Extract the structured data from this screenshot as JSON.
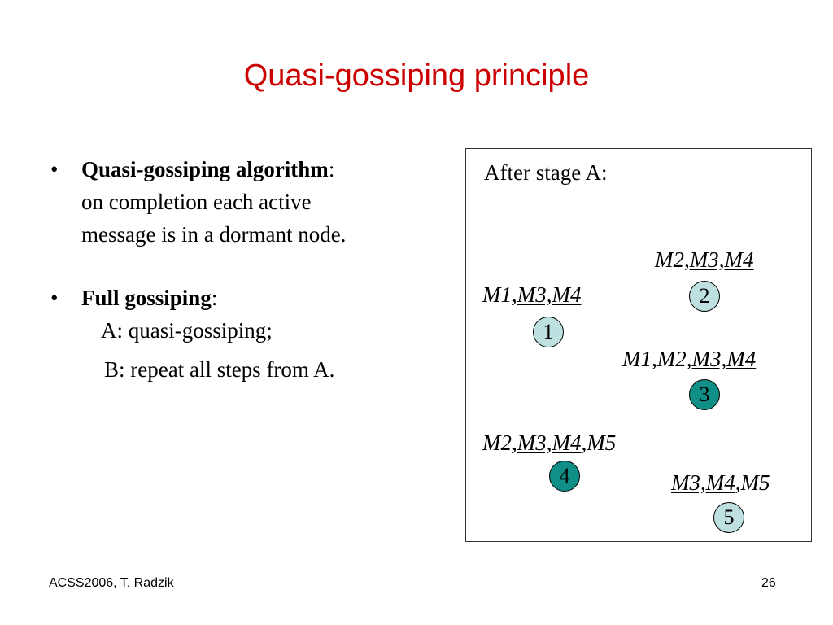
{
  "slide": {
    "title": "Quasi-gossiping principle",
    "footer_left": "ACSS2006, T. Radzik",
    "page_number": "26"
  },
  "bullets": {
    "marker": "•",
    "b1_term": "Quasi-gossiping algorithm",
    "b1_colon": ":",
    "b1_line2": "on completion each active",
    "b1_line3": "message is in a dormant node.",
    "b2_term": "Full gossiping",
    "b2_colon": ":",
    "b2_sub1": "A: quasi-gossiping;",
    "b2_sub2": "B:  repeat all steps from A."
  },
  "diagram": {
    "caption": "After stage A:",
    "node1": {
      "plain_prefix": "M1,",
      "underlined": "M3,M4",
      "plain_suffix": "",
      "number": "1",
      "fill": "#bfe0e0"
    },
    "node2": {
      "plain_prefix": "M2,",
      "underlined": "M3,M4",
      "plain_suffix": "",
      "number": "2",
      "fill": "#bfe0e0"
    },
    "node3": {
      "plain_prefix": "M1,M2,",
      "underlined": "M3,M4",
      "plain_suffix": "",
      "number": "3",
      "fill": "#0f8f86"
    },
    "node4": {
      "plain_prefix": "M2,",
      "underlined": "M3,M4",
      "plain_suffix": ",M5",
      "number": "4",
      "fill": "#0f8f86"
    },
    "node5": {
      "plain_prefix": "",
      "underlined": "M3,M4",
      "plain_suffix": ",M5",
      "number": "5",
      "fill": "#bfe0e0"
    }
  }
}
